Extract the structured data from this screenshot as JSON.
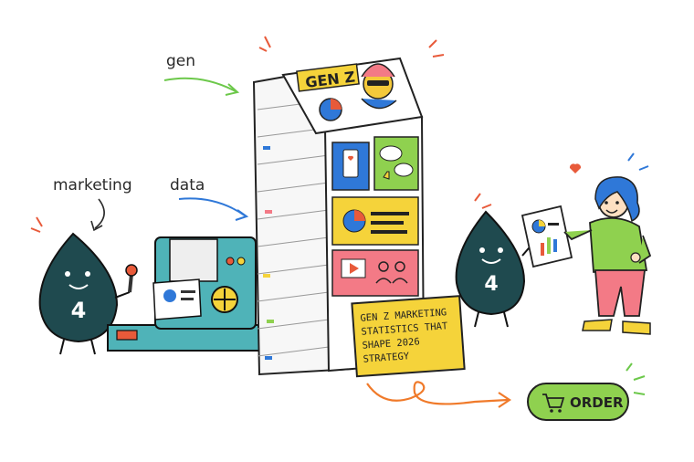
{
  "annotations": {
    "gen": "gen",
    "marketing": "marketing",
    "data": "data"
  },
  "magazine": {
    "cover_title": "GEN Z"
  },
  "mascots": {
    "left_number": "4",
    "right_number": "4"
  },
  "sign": {
    "line1": "GEN Z MARKETING",
    "line2": "STATISTICS THAT",
    "line3": "SHAPE 2026",
    "line4": "STRATEGY"
  },
  "order_button": {
    "label": "ORDER",
    "icon": "cart-icon"
  },
  "colors": {
    "ink": "#222222",
    "mascot": "#1f4a4f",
    "press": "#4fb3b8",
    "yellow": "#f5d33a",
    "green": "#8fd14f",
    "pink": "#f37a86",
    "blue": "#2f78d8",
    "orange": "#f07a2a"
  }
}
